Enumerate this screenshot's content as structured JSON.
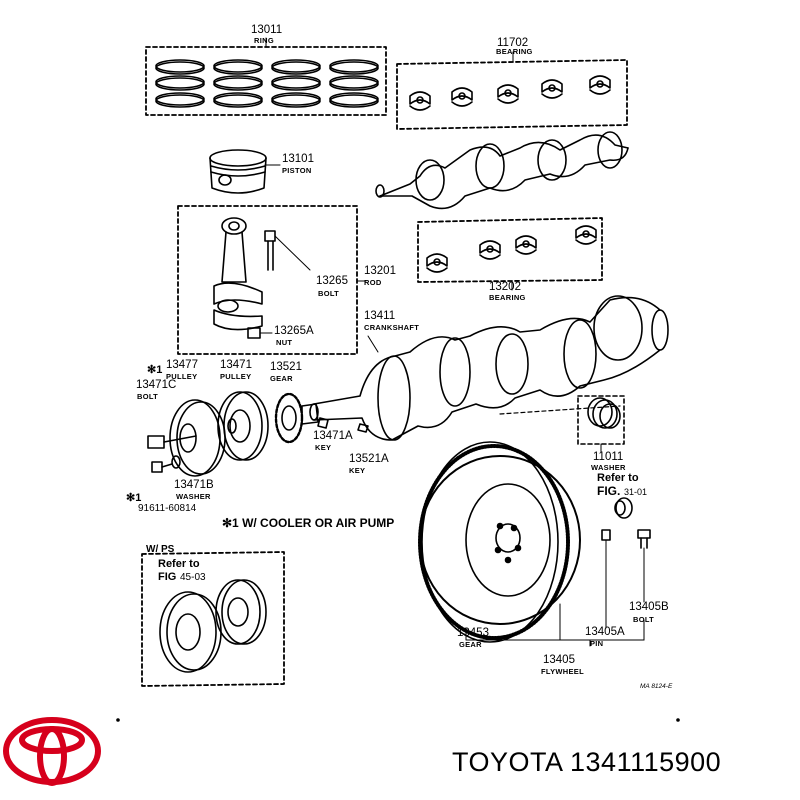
{
  "parts": {
    "ring": {
      "number": "13011",
      "name": "RING"
    },
    "bearing_top": {
      "number": "11702",
      "name": "BEARING"
    },
    "piston": {
      "number": "13101",
      "name": "PISTON"
    },
    "bolt_rod": {
      "number": "13265",
      "name": "BOLT"
    },
    "rod": {
      "number": "13201",
      "name": "ROD"
    },
    "nut": {
      "number": "13265A",
      "name": "NUT"
    },
    "bearing_bottom": {
      "number": "13202",
      "name": "BEARING"
    },
    "crankshaft": {
      "number": "13411",
      "name": "CRANKSHAFT"
    },
    "pulley_1": {
      "number": "13477",
      "name": "PULLEY"
    },
    "pulley_2": {
      "number": "13471",
      "name": "PULLEY"
    },
    "gear_small": {
      "number": "13521",
      "name": "GEAR"
    },
    "bolt_pulley": {
      "number": "13471C",
      "name": "BOLT"
    },
    "key_1": {
      "number": "13471A",
      "name": "KEY"
    },
    "key_2": {
      "number": "13521A",
      "name": "KEY"
    },
    "washer_pulley": {
      "number": "13471B",
      "name": "WASHER"
    },
    "bolt_small": {
      "number": "91611-60814"
    },
    "washer_thrust": {
      "number": "11011",
      "name": "WASHER"
    },
    "ring_gear": {
      "number": "13453",
      "name": "GEAR"
    },
    "pin": {
      "number": "13405A",
      "name": "PIN"
    },
    "flywheel_bolt": {
      "number": "13405B",
      "name": "BOLT"
    },
    "flywheel": {
      "number": "13405",
      "name": "FLYWHEEL"
    }
  },
  "marks": {
    "star1": "✻1",
    "star2": "✻1"
  },
  "notes": {
    "cooler": "✻1 W/ COOLER OR AIR PUMP",
    "wps": "W/ PS",
    "refer_fig_1_line1": "Refer to",
    "refer_fig_1_line2": "FIG.",
    "refer_fig_1_num": "31-01",
    "refer_fig_2_line1": "Refer to",
    "refer_fig_2_line2": "FIG",
    "refer_fig_2_num": "45-03",
    "code": "MA 8124-E"
  },
  "footer": {
    "brand_part": "TOYOTA 1341115900"
  },
  "colors": {
    "ink": "#000000",
    "logo_red": "#d6001c"
  }
}
